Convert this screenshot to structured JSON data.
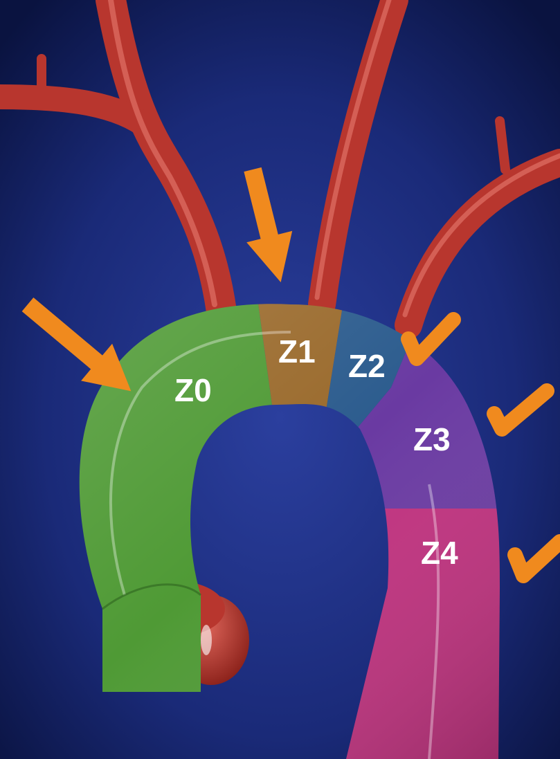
{
  "figure": {
    "zones": [
      {
        "id": "z0",
        "label": "Z0",
        "color": "#4f9a35"
      },
      {
        "id": "z1",
        "label": "Z1",
        "color": "#9a6a2c"
      },
      {
        "id": "z2",
        "label": "Z2",
        "color": "#2c5c8e"
      },
      {
        "id": "z3",
        "label": "Z3",
        "color": "#6a3aa2"
      },
      {
        "id": "z4",
        "label": "Z4",
        "color": "#c0307e"
      }
    ],
    "colors": {
      "background": "#1a2a78",
      "artery": "#c9433a",
      "marker": "#f08a1e"
    }
  }
}
